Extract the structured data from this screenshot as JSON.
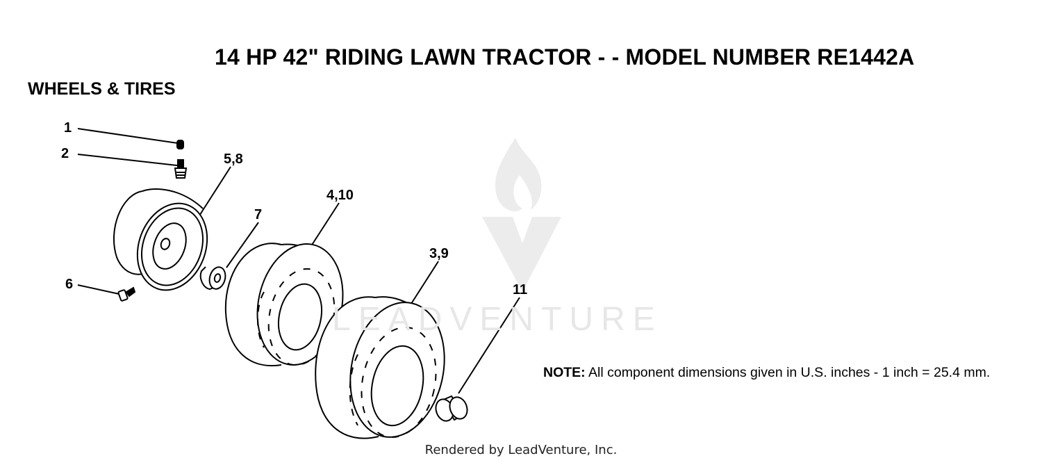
{
  "header": {
    "title": "14 HP 42\" RIDING LAWN TRACTOR - - MODEL NUMBER RE1442A",
    "section": "WHEELS & TIRES"
  },
  "callouts": {
    "c1": "1",
    "c2": "2",
    "c58": "5,8",
    "c7": "7",
    "c410": "4,10",
    "c39": "3,9",
    "c6": "6",
    "c11": "11"
  },
  "note": {
    "label": "NOTE:",
    "text": " All component dimensions given in U.S. inches - 1 inch = 25.4 mm."
  },
  "watermark": {
    "text": "LEADVENTURE"
  },
  "footer": {
    "text": "Rendered by LeadVenture, Inc."
  },
  "icons": [
    "leadventure-logo-icon"
  ]
}
